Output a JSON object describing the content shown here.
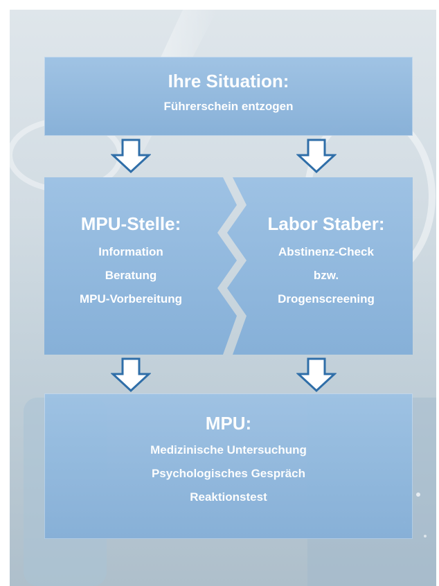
{
  "top": {
    "title": "Ihre Situation:",
    "subtitle": "Führerschein entzogen"
  },
  "left": {
    "title": "MPU-Stelle:",
    "items": [
      "Information",
      "Beratung",
      "MPU-Vorbereitung"
    ]
  },
  "right": {
    "title": "Labor Staber:",
    "items": [
      "Abstinenz-Check",
      "bzw.",
      "Drogenscreening"
    ]
  },
  "bottom": {
    "title": "MPU:",
    "items": [
      "Medizinische Untersuchung",
      "Psychologisches Gespräch",
      "Reaktionstest"
    ]
  },
  "colors": {
    "box": "#8fb8df",
    "text": "#ffffff",
    "arrow_stroke": "#2f6ea8"
  }
}
